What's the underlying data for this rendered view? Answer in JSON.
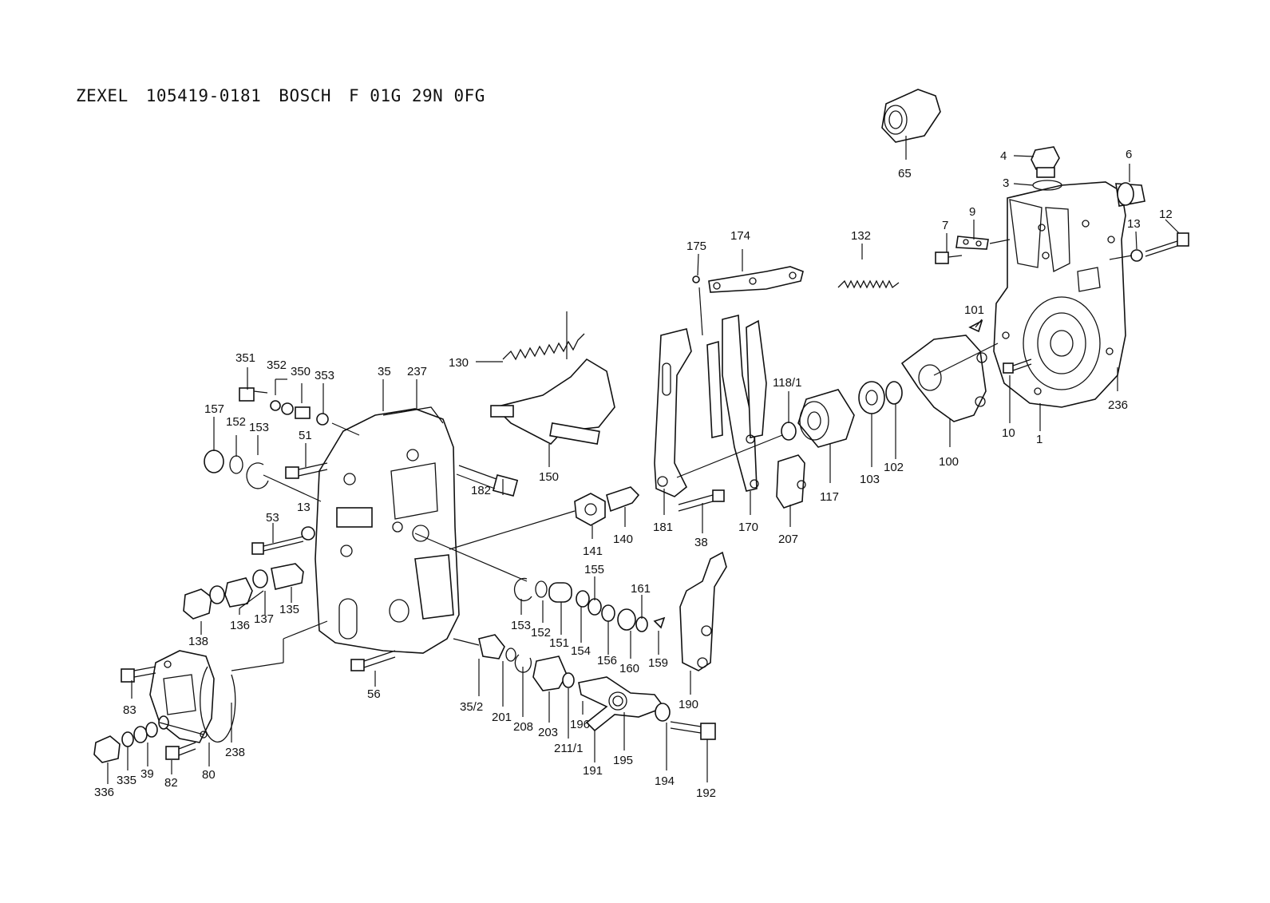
{
  "header": {
    "brand1": "ZEXEL",
    "part1": "105419-0181",
    "brand2": "BOSCH",
    "part2": "F 01G 29N 0FG"
  },
  "callouts": [
    "65",
    "4",
    "3",
    "6",
    "7",
    "9",
    "13",
    "12",
    "175",
    "174",
    "132",
    "101",
    "130",
    "351",
    "352",
    "350",
    "353",
    "35",
    "237",
    "118/1",
    "157",
    "152",
    "153",
    "51",
    "150",
    "236",
    "10",
    "1",
    "100",
    "102",
    "103",
    "117",
    "182",
    "13",
    "53",
    "141",
    "140",
    "181",
    "170",
    "207",
    "38",
    "155",
    "161",
    "138",
    "136",
    "137",
    "135",
    "153",
    "152",
    "151",
    "154",
    "156",
    "160",
    "159",
    "190",
    "83",
    "56",
    "35/2",
    "201",
    "208",
    "203",
    "196",
    "211/1",
    "195",
    "191",
    "194",
    "192",
    "238",
    "336",
    "335",
    "39",
    "82",
    "80"
  ]
}
